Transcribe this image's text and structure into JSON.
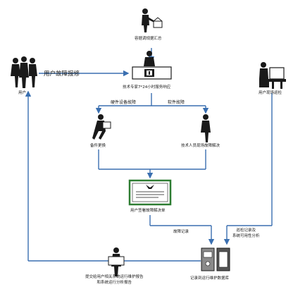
{
  "diagram": {
    "top_summary": "容据调规据汇总",
    "report_repair": "用户故障报修",
    "user_left": "用户",
    "service_center": "技术专家7*24小时服务响应",
    "user_site": "用户现场巡检",
    "hardware_fault": "硬件设备故障",
    "software_fault": "软件故障",
    "spare_replace": "备件更换",
    "tech_onsite": "技术人员现场故障解决",
    "signed_sheet": "用户签署故障解决单",
    "fault_record": "故障记录",
    "inspection_record": "巡检记录及\n系统可用性分析",
    "submit_report": "提交给用户相关系统运行维护报告\n和系统运行分析报告",
    "database": "记录到运行维护数据库"
  },
  "colors": {
    "arrow": "#3a6fb0",
    "figure": "#1a1a1a",
    "frame_green": "#2e7d32"
  }
}
